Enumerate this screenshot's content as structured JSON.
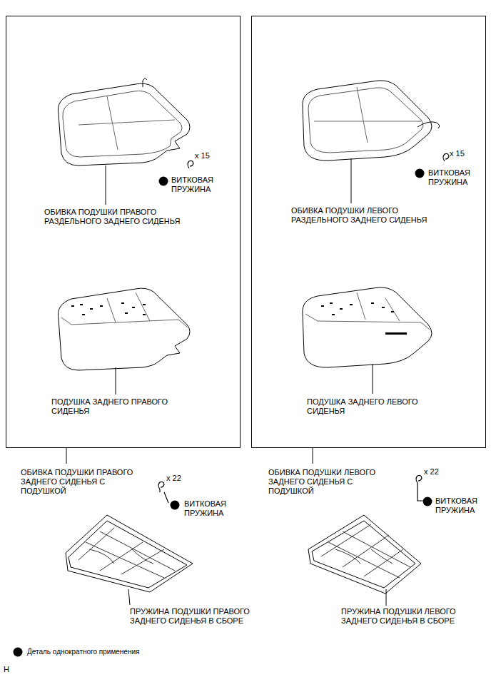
{
  "diagram": {
    "nodes": [
      {
        "text": [
          "ОБИВКА ПОДУШКИ ПРАВОГО ЗАДНЕГО СИДЕНЬЯ С ПОДУШКОЙ"
        ]
      },
      {
        "text": [
          "ОБИВКА ПОДУШКИ ЛЕВОГО ЗАДНЕГО СИДЕНЬЯ С ПОДУШКОЙ"
        ]
      }
    ],
    "edges": [],
    "labels": [
      "x 15",
      "ВИТКОВАЯ ПРУЖИНА",
      "ОБИВКА ПОДУШКИ ПРАВОГО РАЗДЕЛЬНОГО ЗАДНЕГО СИДЕНЬЯ",
      "ПОДУШКА ЗАДНЕГО ПРАВОГО СИДЕНЬЯ",
      "x 15",
      "ВИТКОВАЯ ПРУЖИНА",
      "ОБИВКА ПОДУШКИ ЛЕВОГО РАЗДЕЛЬНОГО ЗАДНЕГО СИДЕНЬЯ",
      "ПОДУШКА ЗАДНЕГО ЛЕВОГО СИДЕНЬЯ",
      "x 22",
      "ВИТКОВАЯ ПРУЖИНА",
      "ПРУЖИНА ПОДУШКИ ПРАВОГО ЗАДНЕГО СИДЕНЬЯ В СБОРЕ",
      "x 22",
      "ВИТКОВАЯ ПРУЖИНА",
      "ПРУЖИНА ПОДУШКИ ЛЕВОГО ЗАДНЕГО СИДЕНЬЯ В СБОРЕ",
      "H"
    ],
    "legend": [
      {
        "text": "Деталь однократного применения"
      }
    ]
  }
}
